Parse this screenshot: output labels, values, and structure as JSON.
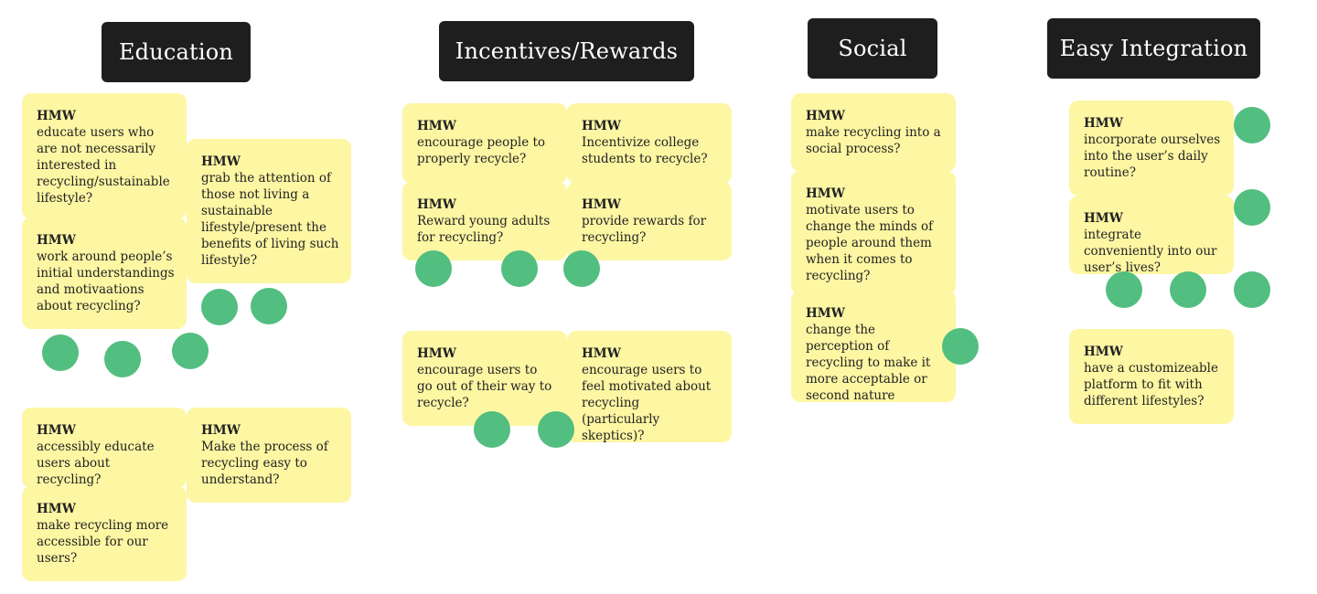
{
  "colors": {
    "header_bg": "#1e1e1e",
    "note_bg": "#fdf6a3",
    "dot": "#52be80"
  },
  "categories": {
    "education": "Education",
    "incentives": "Incentives/Rewards",
    "social": "Social",
    "integration": "Easy Integration"
  },
  "hmw_label": "HMW",
  "notes": {
    "edu_1": "educate users who are not necessarily interested in recycling/sustainable lifestyle?",
    "edu_2": "grab the attention of those not living a sustainable lifestyle/present the benefits of living such lifestyle?",
    "edu_3": "work around people’s initial understandings and motivaations about recycling?",
    "edu_4": "accessibly educate users about recycling?",
    "edu_5": "Make the process of recycling easy to understand?",
    "edu_6": "make recycling more accessible for our users?",
    "inc_1": "encourage people to properly recycle?",
    "inc_2": "Incentivize college students to recycle?",
    "inc_3": "Reward young adults for recycling?",
    "inc_4": "provide rewards for recycling?",
    "inc_5": "encourage users to go out of their way to recycle?",
    "inc_6": "encourage users to feel motivated about recycling (particularly skeptics)?",
    "soc_1": "make recycling into a social process?",
    "soc_2": "motivate users to change the minds of people around them when it comes to recycling?",
    "soc_3": "change the perception of recycling to make it more acceptable or second nature",
    "int_1": "incorporate ourselves into the user’s daily routine?",
    "int_2": "integrate conveniently into our user’s lives?",
    "int_3": "have a customizeable platform to fit with different lifestyles?"
  }
}
